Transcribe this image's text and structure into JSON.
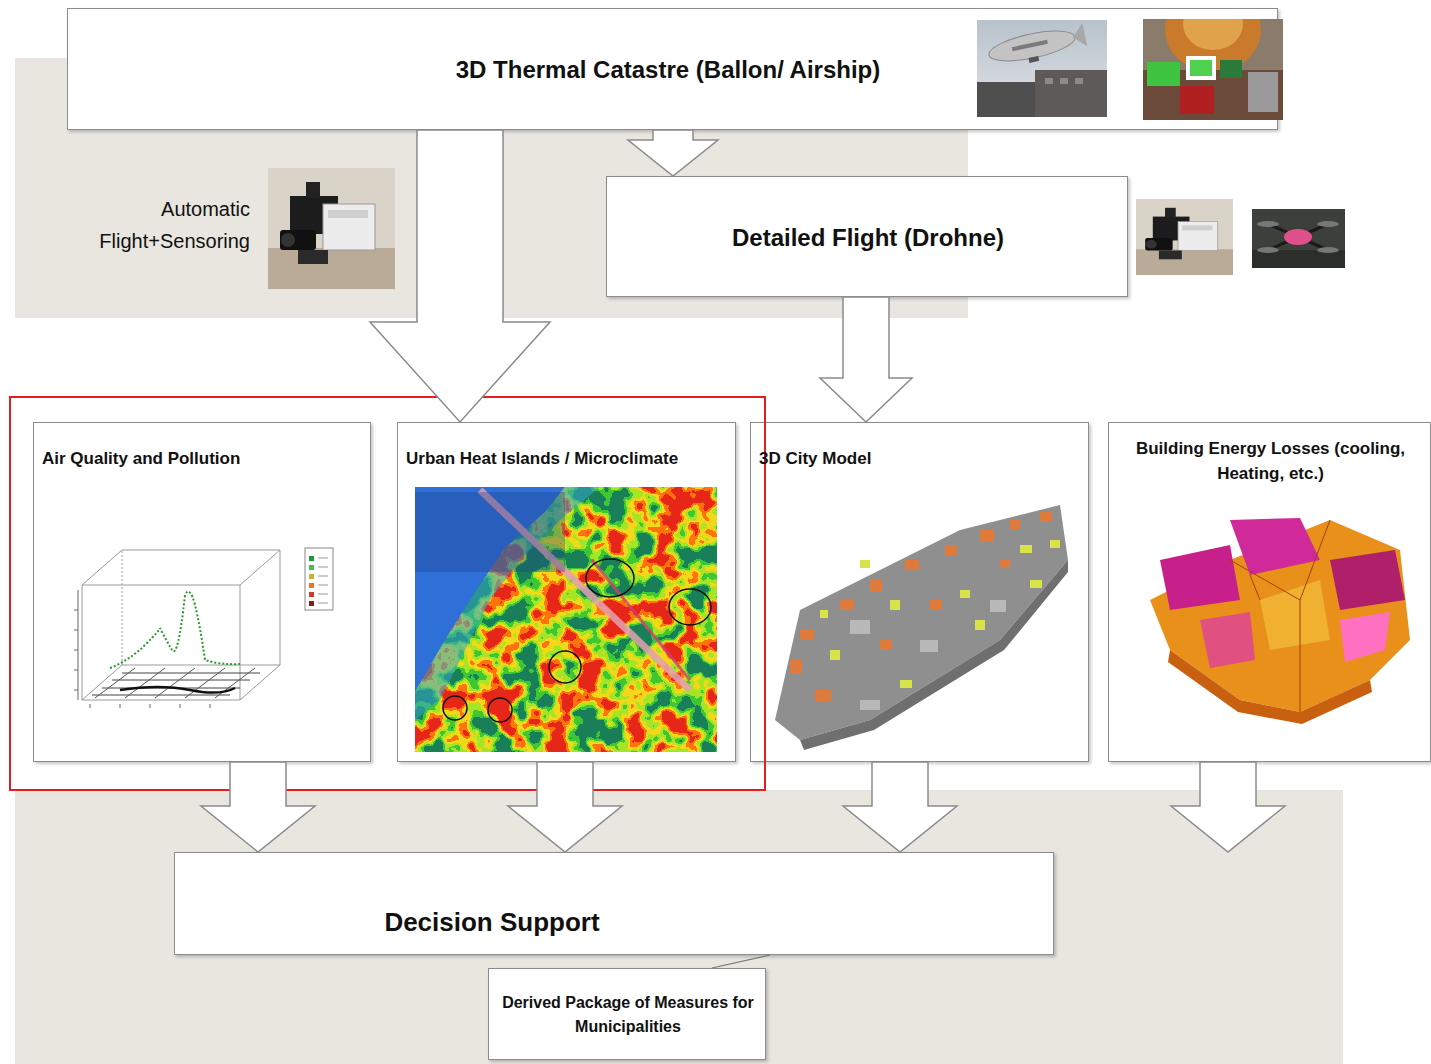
{
  "diagram": {
    "nodes": [
      {
        "text": [
          "3D Thermal Catastre (Ballon/ Airship)"
        ]
      },
      {
        "text": [
          "Detailed Flight (Drohne)"
        ]
      },
      {
        "text": [
          "Air Quality and Pollution"
        ]
      },
      {
        "text": [
          "Urban Heat Islands / Microclimate"
        ]
      },
      {
        "text": [
          "3D City Model"
        ]
      },
      {
        "text": [
          "Building Energy Losses (cooling, Heating, etc.)"
        ]
      },
      {
        "text": [
          "Decision Support"
        ]
      },
      {
        "text": [
          "Derived Package of Measures for Municipalities"
        ]
      }
    ],
    "edges": [
      {
        "from": 0,
        "to": 1,
        "arrow": "to"
      },
      {
        "from": 0,
        "to": 3,
        "arrow": "to"
      },
      {
        "from": 1,
        "to": 4,
        "arrow": "to"
      },
      {
        "from": 2,
        "to": 6,
        "arrow": "to"
      },
      {
        "from": 3,
        "to": 6,
        "arrow": "to"
      },
      {
        "from": 4,
        "to": 6,
        "arrow": "to"
      },
      {
        "from": 5,
        "to": 6,
        "arrow": "to"
      },
      {
        "from": 6,
        "to": 7,
        "arrow": "none"
      }
    ],
    "labels": [
      "Automatic Flight+Sensoring"
    ]
  }
}
